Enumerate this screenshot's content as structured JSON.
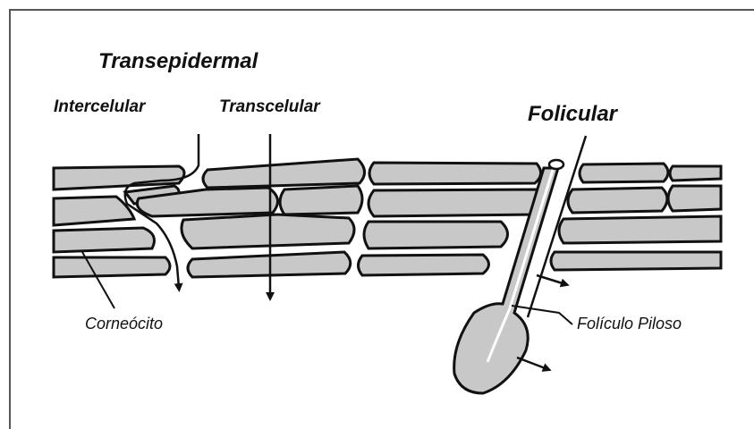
{
  "labels": {
    "transepidermal": "Transepidermal",
    "intercelular": "Intercelular",
    "transcelular": "Transcelular",
    "folicular": "Folicular",
    "corneocito": "Corneócito",
    "foliculo_piloso": "Folículo Piloso"
  },
  "colors": {
    "cell_fill": "#c8c8c8",
    "outline": "#111111",
    "background": "#ffffff"
  }
}
